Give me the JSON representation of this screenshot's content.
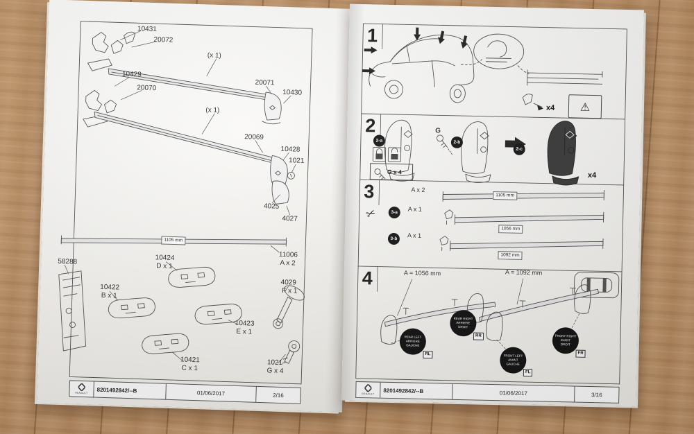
{
  "doc": {
    "brand": "RENAULT",
    "part_number": "8201492842/--B",
    "date": "01/06/2017"
  },
  "icons": {
    "scissors": "✂",
    "warning": "⚠"
  },
  "left_page": {
    "page_num": "2/16",
    "labels": {
      "p10431": "10431",
      "p20072": "20072",
      "p10429": "10429",
      "p20070": "20070",
      "x1_top": "(x 1)",
      "p20071": "20071",
      "p10430": "10430",
      "x1_bottom": "(x 1)",
      "p20069": "20069",
      "p10428": "10428",
      "p1021_top": "1021",
      "p4025": "4025",
      "p4027": "4027",
      "bar_dim": "1105 mm",
      "p11006": "11006",
      "p11006_qty": "A x 2",
      "p58288": "58288",
      "p10424": "10424",
      "p10424_qty": "D x 1",
      "p10422": "10422",
      "p10422_qty": "B x 1",
      "p4029": "4029",
      "p4029_qty": "F x 1",
      "p10423": "10423",
      "p10423_qty": "E x 1",
      "p10421": "10421",
      "p10421_qty": "C x 1",
      "p1021_bottom": "1021",
      "p1021_qty": "G x 4"
    }
  },
  "right_page": {
    "page_num": "3/16",
    "steps": {
      "s1": "1",
      "s2": "2",
      "s3": "3",
      "s4": "4"
    },
    "step1": {
      "x4": "x4"
    },
    "step2": {
      "a": "2-a",
      "b": "2-b",
      "c": "2-c",
      "g": "G",
      "gx4": "G x 4",
      "x4": "x4"
    },
    "step3": {
      "ax2": "A x 2",
      "dim_top": "1105 mm",
      "row_a": {
        "badge": "3-a",
        "qty": "A x 1",
        "dim": "1056 mm"
      },
      "row_b": {
        "badge": "3-b",
        "qty": "A x 1",
        "dim": "1092 mm"
      }
    },
    "step4": {
      "a1": "A = 1056 mm",
      "a2": "A = 1092 mm",
      "badges": [
        {
          "l1": "REAR LEFT",
          "l2": "ARRIERE",
          "l3": "GAUCHE",
          "code": "RL"
        },
        {
          "l1": "REAR RIGHT",
          "l2": "ARRIERE",
          "l3": "DROIT",
          "code": "RR"
        },
        {
          "l1": "FRONT LEFT",
          "l2": "AVANT",
          "l3": "GAUCHE",
          "code": "FL"
        },
        {
          "l1": "FRONT RIGHT",
          "l2": "AVANT",
          "l3": "DROIT",
          "code": "FR"
        }
      ]
    }
  }
}
